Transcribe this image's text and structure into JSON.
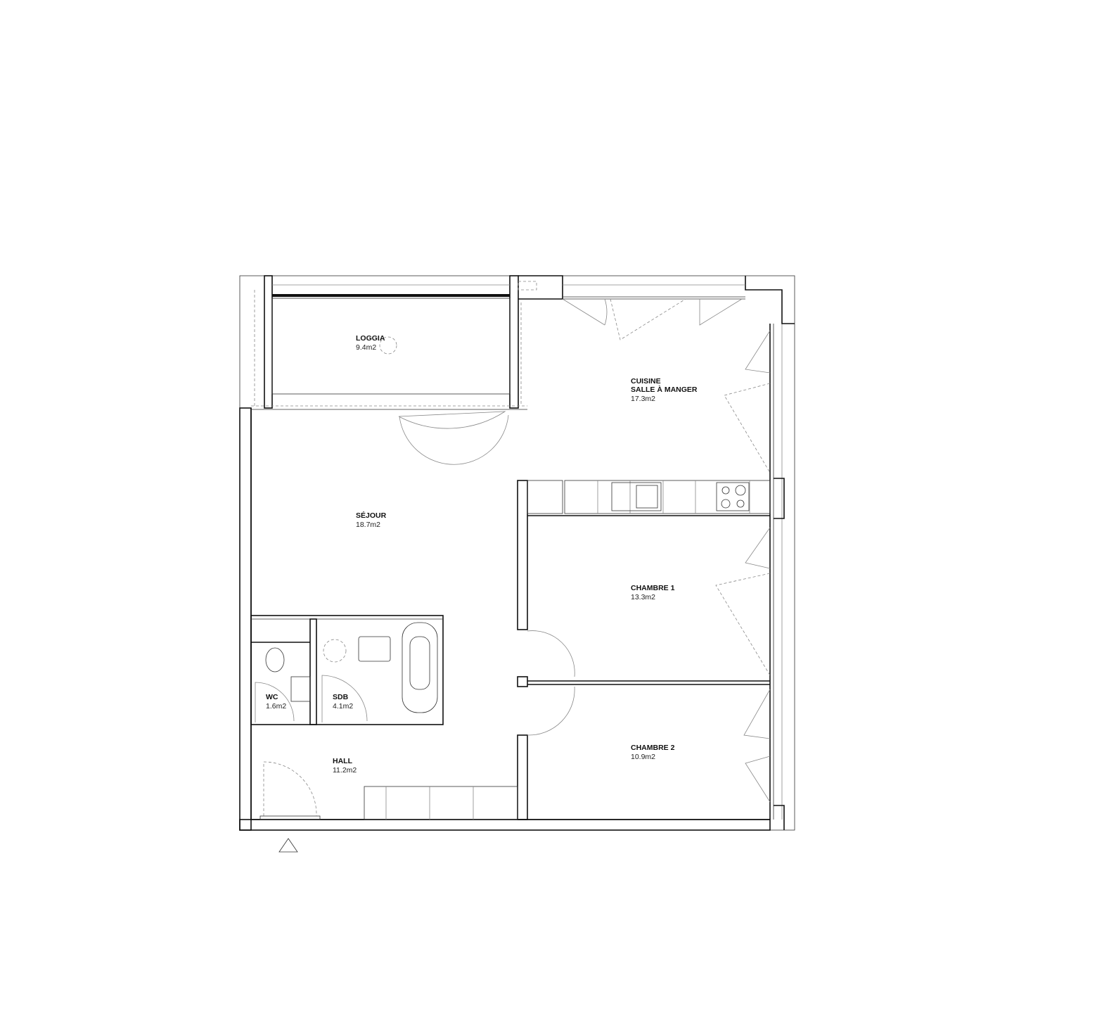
{
  "plan": {
    "rooms": [
      {
        "id": "loggia",
        "name": "LOGGIA",
        "area": "9.4m2"
      },
      {
        "id": "cuisine",
        "name": "CUISINE",
        "name2": "SALLE À MANGER",
        "area": "17.3m2"
      },
      {
        "id": "sejour",
        "name": "SÉJOUR",
        "area": "18.7m2"
      },
      {
        "id": "chambre1",
        "name": "CHAMBRE 1",
        "area": "13.3m2"
      },
      {
        "id": "wc",
        "name": "WC",
        "area": "1.6m2"
      },
      {
        "id": "sdb",
        "name": "SDB",
        "area": "4.1m2"
      },
      {
        "id": "hall",
        "name": "HALL",
        "area": "11.2m2"
      },
      {
        "id": "chambre2",
        "name": "CHAMBRE 2",
        "area": "10.9m2"
      }
    ],
    "colors": {
      "line": "#111111",
      "fixture": "#888888",
      "background": "#ffffff"
    }
  }
}
